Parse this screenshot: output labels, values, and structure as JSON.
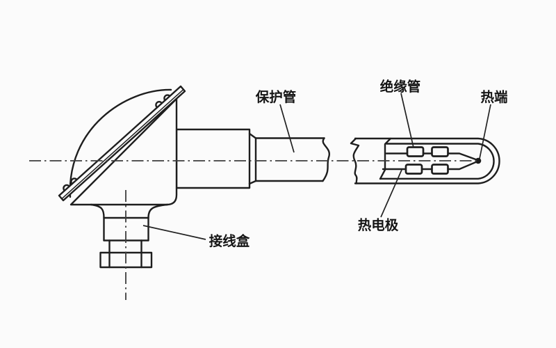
{
  "diagram": {
    "type": "technical-line-drawing",
    "subject": "thermocouple-structure",
    "labels": {
      "protection_tube": "保护管",
      "insulation_tube": "绝缘管",
      "hot_end": "热端",
      "thermo_electrode": "热电极",
      "junction_box": "接线盒"
    },
    "colors": {
      "ink": "#1e1e1e",
      "background": "#fbfbfb"
    }
  }
}
